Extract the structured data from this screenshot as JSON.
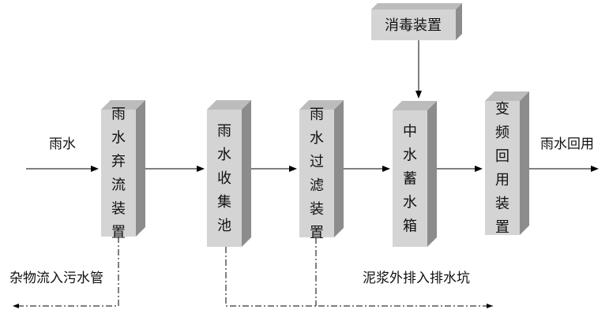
{
  "diagram": {
    "input_label": "雨水",
    "output_label": "雨水回用",
    "disinfection": {
      "label": "消毒装置"
    },
    "boxes": [
      {
        "id": "first-flush",
        "label": "雨水弃流装置"
      },
      {
        "id": "collection",
        "label": "雨水收集池"
      },
      {
        "id": "filter",
        "label": "雨水过滤装置"
      },
      {
        "id": "storage",
        "label": "中水蓄水箱"
      },
      {
        "id": "reuse",
        "label": "变频回用装置"
      }
    ],
    "waste_label_left": "杂物流入污水管",
    "waste_label_right": "泥浆外排入排水坑"
  },
  "colors": {
    "box_front": "#d4d4d4",
    "box_side": "#8c8c8c",
    "box_top": "#bcbcbc",
    "line": "#000000"
  }
}
